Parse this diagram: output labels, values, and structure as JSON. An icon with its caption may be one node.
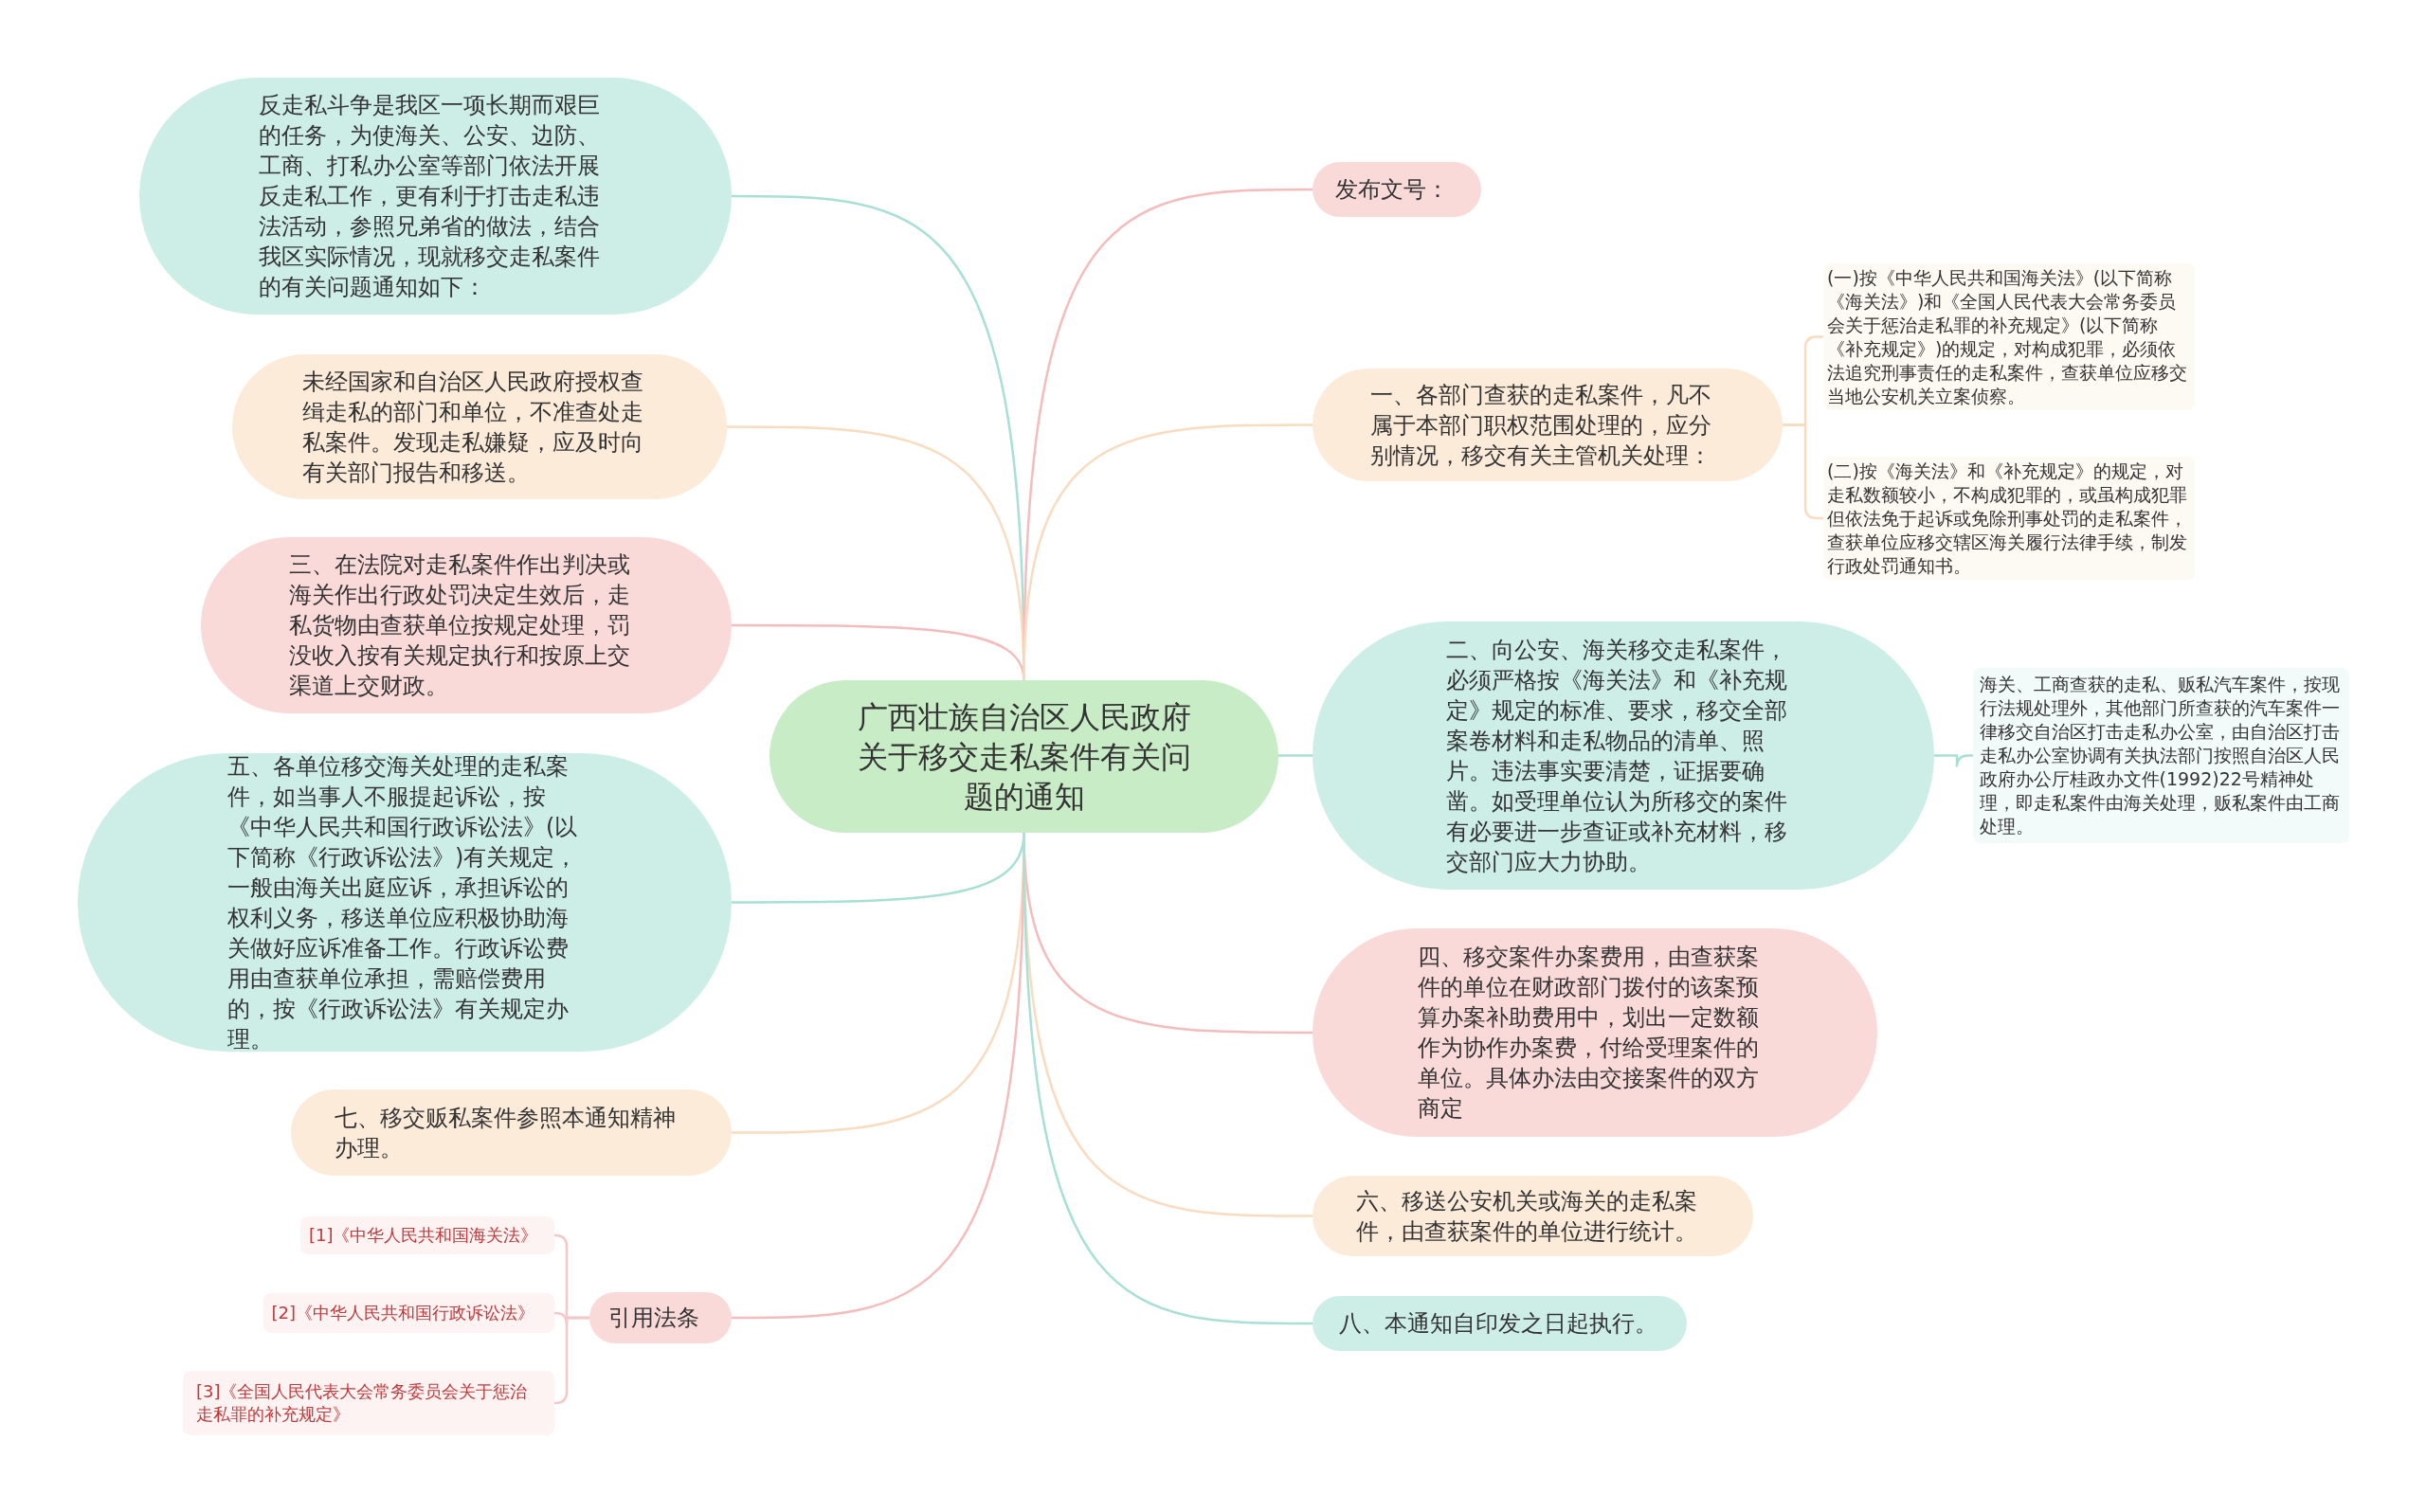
{
  "diagram": {
    "nodes": [
      {
        "text": [
          "广西壮族自治区人民政府关于移交走私案件有关问题的通知"
        ]
      },
      {
        "text": [
          "反走私斗争是我区一项长期而艰巨的任务，为使海关、公安、边防、工商、打私办公室等部门依法开展反走私工作，更有利于打击走私违法活动，参照兄弟省的做法，结合我区实际情况，现就移交走私案件的有关问题通知如下："
        ]
      },
      {
        "text": [
          "未经国家和自治区人民政府授权查缉走私的部门和单位，不准查处走私案件。发现走私嫌疑，应及时向有关部门报告和移送。"
        ]
      },
      {
        "text": [
          "三、在法院对走私案件作出判决或海关作出行政处罚决定生效后，走私货物由查获单位按规定处理，罚没收入按有关规定执行和按原上交渠道上交财政。"
        ]
      },
      {
        "text": [
          "五、各单位移交海关处理的走私案件，如当事人不服提起诉讼，按《中华人民共和国行政诉讼法》(以下简称《行政诉讼法》)有关规定，一般由海关出庭应诉，承担诉讼的权利义务，移送单位应积极协助海关做好应诉准备工作。行政诉讼费用由查获单位承担，需赔偿费用的，按《行政诉讼法》有关规定办理。"
        ]
      },
      {
        "text": [
          "七、移交贩私案件参照本通知精神办理。"
        ]
      },
      {
        "text": [
          "引用法条"
        ]
      },
      {
        "text": [
          "[1]《中华人民共和国海关法》"
        ]
      },
      {
        "text": [
          "[2]《中华人民共和国行政诉讼法》"
        ]
      },
      {
        "text": [
          "[3]《全国人民代表大会常务委员会关于惩治走私罪的补充规定》"
        ]
      },
      {
        "text": [
          "发布文号："
        ]
      },
      {
        "text": [
          "一、各部门查获的走私案件，凡不属于本部门职权范围处理的，应分别情况，移交有关主管机关处理："
        ]
      },
      {
        "text": [
          "(一)按《中华人民共和国海关法》(以下简称《海关法》)和《全国人民代表大会常务委员会关于惩治走私罪的补充规定》(以下简称《补充规定》)的规定，对构成犯罪，必须依法追究刑事责任的走私案件，查获单位应移交当地公安机关立案侦察。"
        ]
      },
      {
        "text": [
          "(二)按《海关法》和《补充规定》的规定，对走私数额较小，不构成犯罪的，或虽构成犯罪但依法免于起诉或免除刑事处罚的走私案件，查获单位应移交辖区海关履行法律手续，制发行政处罚通知书。"
        ]
      },
      {
        "text": [
          "二、向公安、海关移交走私案件，必须严格按《海关法》和《补充规定》规定的标准、要求，移交全部案卷材料和走私物品的清单、照片。违法事实要清楚，证据要确凿。如受理单位认为所移交的案件有必要进一步查证或补充材料，移交部门应大力协助。"
        ]
      },
      {
        "text": [
          "海关、工商查获的走私、贩私汽车案件，按现行法规处理外，其他部门所查获的汽车案件一律移交自治区打击走私办公室，由自治区打击走私办公室协调有关执法部门按照自治区人民政府办公厅桂政办文件(1992)22号精神处理，即走私案件由海关处理，贩私案件由工商处理。"
        ]
      },
      {
        "text": [
          "四、移交案件办案费用，由查获案件的单位在财政部门拨付的该案预算办案补助费用中，划出一定数额作为协作办案费，付给受理案件的单位。具体办法由交接案件的双方商定"
        ]
      },
      {
        "text": [
          "六、移送公安机关或海关的走私案件，由查获案件的单位进行统计。"
        ]
      },
      {
        "text": [
          "八、本通知自印发之日起执行。"
        ]
      }
    ],
    "edges": [
      {
        "from": 0,
        "to": 1,
        "arrow": "none",
        "color": "#a8e0d4"
      },
      {
        "from": 0,
        "to": 2,
        "arrow": "none",
        "color": "#f9dcc0"
      },
      {
        "from": 0,
        "to": 3,
        "arrow": "none",
        "color": "#f4bcbc"
      },
      {
        "from": 0,
        "to": 4,
        "arrow": "none",
        "color": "#a8e0d4"
      },
      {
        "from": 0,
        "to": 5,
        "arrow": "none",
        "color": "#f9dcc0"
      },
      {
        "from": 0,
        "to": 6,
        "arrow": "none",
        "color": "#f4bcbc"
      },
      {
        "from": 6,
        "to": 7,
        "arrow": "none",
        "color": "#f4c8c8"
      },
      {
        "from": 6,
        "to": 8,
        "arrow": "none",
        "color": "#f4c8c8"
      },
      {
        "from": 6,
        "to": 9,
        "arrow": "none",
        "color": "#f4c8c8"
      },
      {
        "from": 0,
        "to": 10,
        "arrow": "none",
        "color": "#f4bcbc"
      },
      {
        "from": 0,
        "to": 11,
        "arrow": "none",
        "color": "#f9dcc0"
      },
      {
        "from": 11,
        "to": 12,
        "arrow": "none",
        "color": "#f9dcc0"
      },
      {
        "from": 11,
        "to": 13,
        "arrow": "none",
        "color": "#f9dcc0"
      },
      {
        "from": 0,
        "to": 14,
        "arrow": "none",
        "color": "#a8e0d4"
      },
      {
        "from": 14,
        "to": 15,
        "arrow": "none",
        "color": "#a8e0d4"
      },
      {
        "from": 0,
        "to": 16,
        "arrow": "none",
        "color": "#f4bcbc"
      },
      {
        "from": 0,
        "to": 17,
        "arrow": "none",
        "color": "#f9dcc0"
      },
      {
        "from": 0,
        "to": 18,
        "arrow": "none",
        "color": "#a8e0d4"
      }
    ]
  }
}
